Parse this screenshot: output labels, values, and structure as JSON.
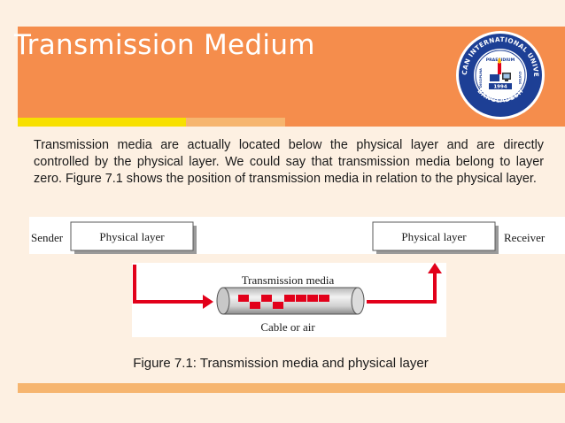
{
  "slide": {
    "title": "Transmission Medium",
    "body": "Transmission media are actually located below the physical layer and are directly controlled by the physical layer. We could say that transmission media belong to layer zero. Figure 7.1 shows the position of transmission media in relation to the physical layer.",
    "caption": "Figure 7.1:  Transmission media and physical layer"
  },
  "logo": {
    "ring_text_top": "AMERICAN INTERNATIONAL UNIVERSITY",
    "ring_text_bottom": "BANGLADESH",
    "inner_top": "PRAESIDIUM",
    "inner_left": "DISCIPLINA",
    "inner_right": "CIVITAS",
    "year": "1994"
  },
  "figure": {
    "sender_label": "Sender",
    "receiver_label": "Receiver",
    "left_box_label": "Physical layer",
    "right_box_label": "Physical layer",
    "media_label": "Transmission media",
    "cable_label": "Cable or air"
  },
  "colors": {
    "header": "#f58d4c",
    "accent_yellow": "#f7e000",
    "accent_light_orange": "#f6b56f",
    "background": "#fdf0e2",
    "arrow_red": "#e2001a"
  }
}
